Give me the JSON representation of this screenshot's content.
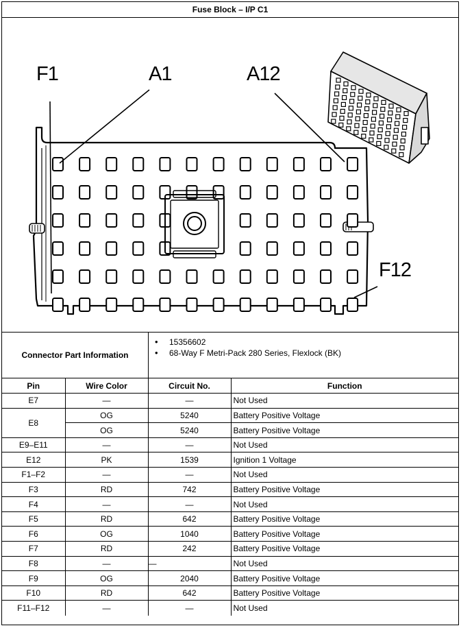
{
  "title": "Fuse Block – I/P C1",
  "callouts": {
    "f1": "F1",
    "a1": "A1",
    "a12": "A12",
    "f12": "F12"
  },
  "connector_info": {
    "label": "Connector Part Information",
    "items": [
      "15356602",
      "68-Way F Metri-Pack 280 Series, Flexlock (BK)"
    ]
  },
  "table": {
    "headers": {
      "pin": "Pin",
      "wire_color": "Wire Color",
      "circuit": "Circuit No.",
      "function": "Function"
    },
    "rows": [
      {
        "pin": "E7",
        "wire": "—",
        "circuit": "—",
        "function": "Not Used"
      },
      {
        "pin": "E8",
        "wire": "OG",
        "circuit": "5240",
        "function": "Battery Positive Voltage"
      },
      {
        "pin": "",
        "wire": "OG",
        "circuit": "5240",
        "function": "Battery Positive Voltage"
      },
      {
        "pin": "E9–E11",
        "wire": "—",
        "circuit": "—",
        "function": "Not Used"
      },
      {
        "pin": "E12",
        "wire": "PK",
        "circuit": "1539",
        "function": "Ignition 1 Voltage"
      },
      {
        "pin": "F1–F2",
        "wire": "—",
        "circuit": "—",
        "function": "Not Used"
      },
      {
        "pin": "F3",
        "wire": "RD",
        "circuit": "742",
        "function": "Battery Positive Voltage"
      },
      {
        "pin": "F4",
        "wire": "—",
        "circuit": "—",
        "function": "Not Used"
      },
      {
        "pin": "F5",
        "wire": "RD",
        "circuit": "642",
        "function": "Battery Positive Voltage"
      },
      {
        "pin": "F6",
        "wire": "OG",
        "circuit": "1040",
        "function": "Battery Positive Voltage"
      },
      {
        "pin": "F7",
        "wire": "RD",
        "circuit": "242",
        "function": "Battery Positive Voltage"
      },
      {
        "pin": "F8",
        "wire": "—",
        "circuit": "—",
        "function": "Not Used"
      },
      {
        "pin": "F9",
        "wire": "OG",
        "circuit": "2040",
        "function": "Battery Positive Voltage"
      },
      {
        "pin": "F10",
        "wire": "RD",
        "circuit": "642",
        "function": "Battery Positive Voltage"
      },
      {
        "pin": "F11–F12",
        "wire": "—",
        "circuit": "—",
        "function": "Not Used"
      }
    ]
  }
}
